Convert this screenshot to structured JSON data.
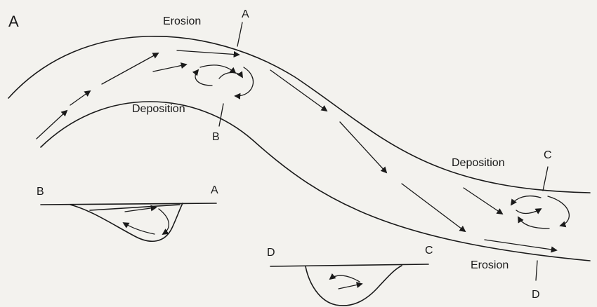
{
  "panel_label": "A",
  "plan_view": {
    "outer_bank": {
      "text": "Erosion",
      "marker": "A"
    },
    "inner_bank": {
      "text": "Deposition",
      "marker": "B"
    },
    "second_inner_bank": {
      "text": "Deposition",
      "marker": "C"
    },
    "second_outer_bank": {
      "text": "Erosion",
      "marker": "D"
    }
  },
  "cross_section_ba": {
    "left": "B",
    "right": "A"
  },
  "cross_section_dc": {
    "left": "D",
    "right": "C"
  },
  "colors": {
    "ink": "#1a1a1a",
    "paper": "#f3f2ee"
  }
}
